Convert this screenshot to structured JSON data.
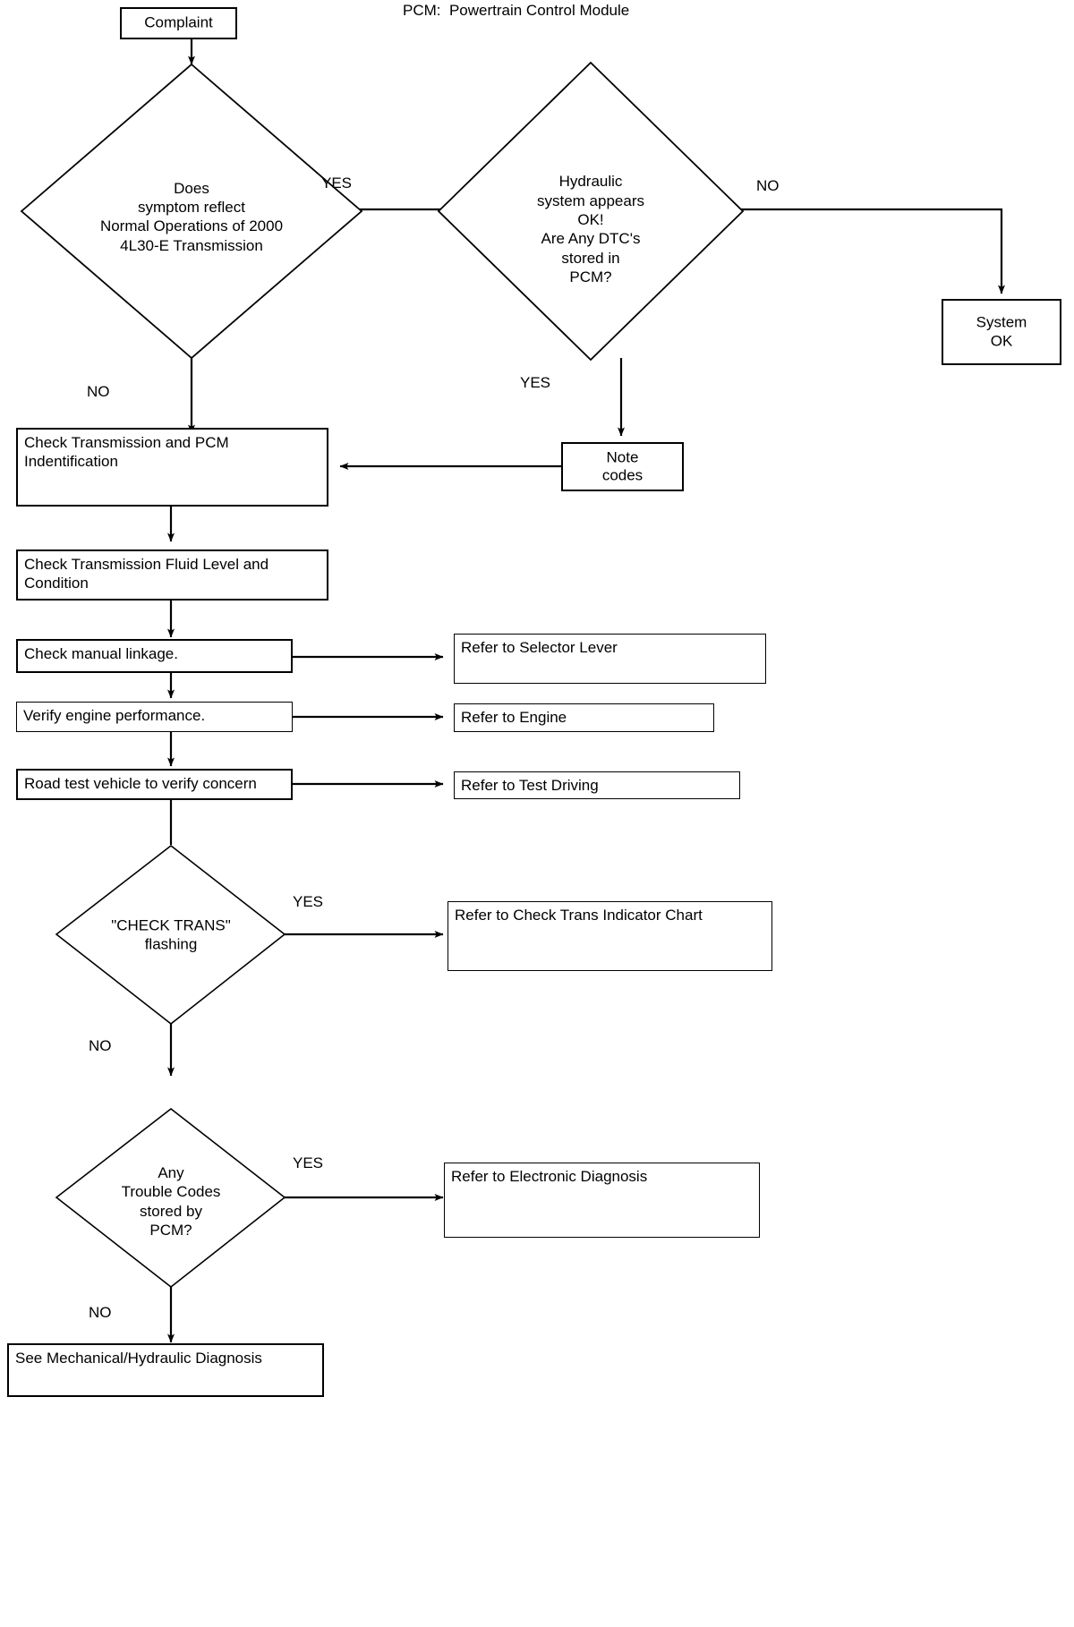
{
  "legend": {
    "text": "PCM:  Powertrain Control Module"
  },
  "nodes": {
    "complaint": {
      "label": "Complaint"
    },
    "normal_ops": {
      "label": "Does\nsymptom reflect\nNormal Operations of 2000\n4L30-E Transmission"
    },
    "hydraulic_ok": {
      "label": "Hydraulic\nsystem appears\nOK!\nAre Any DTC's\nstored in\nPCM?"
    },
    "system_ok": {
      "label": "System\nOK"
    },
    "note_codes": {
      "label": "Note\ncodes"
    },
    "check_trans_pcm_id": {
      "label": "Check Transmission and PCM\nIndentification"
    },
    "check_fluid": {
      "label": "Check Transmission Fluid Level and\nCondition"
    },
    "check_linkage": {
      "label": "Check manual linkage."
    },
    "refer_selector_lever": {
      "label": "Refer to Selector Lever"
    },
    "verify_engine": {
      "label": "Verify engine performance."
    },
    "refer_engine": {
      "label": "Refer to Engine"
    },
    "road_test": {
      "label": "Road test vehicle to verify concern"
    },
    "refer_test_driving": {
      "label": "Refer to Test Driving"
    },
    "check_trans_flashing": {
      "label": "\"CHECK TRANS\"\nflashing"
    },
    "refer_check_trans_chart": {
      "label": "Refer to Check Trans Indicator Chart"
    },
    "any_trouble_codes": {
      "label": "Any\nTrouble Codes\nstored by\nPCM?"
    },
    "refer_electronic_diagnosis": {
      "label": "Refer to Electronic Diagnosis"
    },
    "see_mech_hydraulic": {
      "label": "See Mechanical/Hydraulic Diagnosis"
    }
  },
  "edge_labels": {
    "normal_ops_yes": "YES",
    "normal_ops_no": "NO",
    "hydraulic_no": "NO",
    "hydraulic_yes": "YES",
    "flashing_yes": "YES",
    "flashing_no": "NO",
    "codes_yes": "YES",
    "codes_no": "NO"
  },
  "colors": {
    "stroke": "#000000",
    "background": "#ffffff",
    "text": "#000000"
  },
  "chart_data": {
    "type": "table",
    "title": "Transmission Diagnosis Flowchart",
    "nodes": [
      {
        "id": "complaint",
        "shape": "box",
        "text": "Complaint"
      },
      {
        "id": "normal_ops",
        "shape": "diamond",
        "text": "Does symptom reflect Normal Operations of 2000 4L30-E Transmission"
      },
      {
        "id": "hydraulic_ok",
        "shape": "diamond",
        "text": "Hydraulic system appears OK! Are Any DTC's stored in PCM?"
      },
      {
        "id": "system_ok",
        "shape": "box",
        "text": "System OK"
      },
      {
        "id": "note_codes",
        "shape": "box",
        "text": "Note codes"
      },
      {
        "id": "check_trans_pcm_id",
        "shape": "box",
        "text": "Check Transmission and PCM Indentification"
      },
      {
        "id": "check_fluid",
        "shape": "box",
        "text": "Check Transmission Fluid Level and Condition"
      },
      {
        "id": "check_linkage",
        "shape": "box",
        "text": "Check manual linkage."
      },
      {
        "id": "refer_selector_lever",
        "shape": "box",
        "text": "Refer to Selector Lever"
      },
      {
        "id": "verify_engine",
        "shape": "box",
        "text": "Verify engine performance."
      },
      {
        "id": "refer_engine",
        "shape": "box",
        "text": "Refer to Engine"
      },
      {
        "id": "road_test",
        "shape": "box",
        "text": "Road test vehicle to verify concern"
      },
      {
        "id": "refer_test_driving",
        "shape": "box",
        "text": "Refer to Test Driving"
      },
      {
        "id": "check_trans_flashing",
        "shape": "diamond",
        "text": "\"CHECK TRANS\" flashing"
      },
      {
        "id": "refer_check_trans_chart",
        "shape": "box",
        "text": "Refer to Check Trans Indicator Chart"
      },
      {
        "id": "any_trouble_codes",
        "shape": "diamond",
        "text": "Any Trouble Codes stored by PCM?"
      },
      {
        "id": "refer_electronic_diagnosis",
        "shape": "box",
        "text": "Refer to Electronic Diagnosis"
      },
      {
        "id": "see_mech_hydraulic",
        "shape": "box",
        "text": "See Mechanical/Hydraulic Diagnosis"
      }
    ],
    "edges": [
      {
        "from": "complaint",
        "to": "normal_ops",
        "label": ""
      },
      {
        "from": "normal_ops",
        "to": "hydraulic_ok",
        "label": "YES"
      },
      {
        "from": "normal_ops",
        "to": "check_trans_pcm_id",
        "label": "NO"
      },
      {
        "from": "hydraulic_ok",
        "to": "system_ok",
        "label": "NO"
      },
      {
        "from": "hydraulic_ok",
        "to": "note_codes",
        "label": "YES"
      },
      {
        "from": "note_codes",
        "to": "check_trans_pcm_id",
        "label": ""
      },
      {
        "from": "check_trans_pcm_id",
        "to": "check_fluid",
        "label": ""
      },
      {
        "from": "check_fluid",
        "to": "check_linkage",
        "label": ""
      },
      {
        "from": "check_linkage",
        "to": "refer_selector_lever",
        "label": ""
      },
      {
        "from": "check_linkage",
        "to": "verify_engine",
        "label": ""
      },
      {
        "from": "verify_engine",
        "to": "refer_engine",
        "label": ""
      },
      {
        "from": "verify_engine",
        "to": "road_test",
        "label": ""
      },
      {
        "from": "road_test",
        "to": "refer_test_driving",
        "label": ""
      },
      {
        "from": "road_test",
        "to": "check_trans_flashing",
        "label": ""
      },
      {
        "from": "check_trans_flashing",
        "to": "refer_check_trans_chart",
        "label": "YES"
      },
      {
        "from": "check_trans_flashing",
        "to": "any_trouble_codes",
        "label": "NO"
      },
      {
        "from": "any_trouble_codes",
        "to": "refer_electronic_diagnosis",
        "label": "YES"
      },
      {
        "from": "any_trouble_codes",
        "to": "see_mech_hydraulic",
        "label": "NO"
      }
    ]
  }
}
